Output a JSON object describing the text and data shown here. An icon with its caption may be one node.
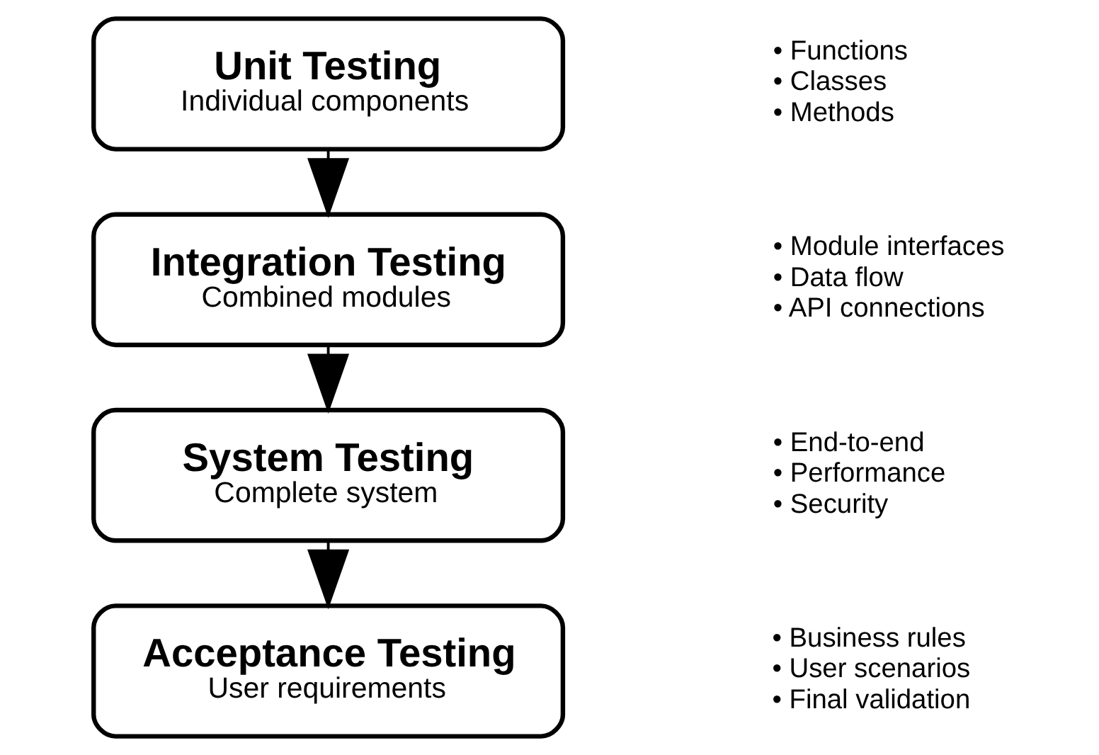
{
  "diagram": {
    "nodes": [
      {
        "text": [
          "Unit Testing",
          "Individual components"
        ],
        "beside": [
          "• Functions",
          "• Classes",
          "• Methods"
        ]
      },
      {
        "text": [
          "Integration Testing",
          "Combined modules"
        ],
        "beside": [
          "• Module interfaces",
          "• Data flow",
          "• API connections"
        ]
      },
      {
        "text": [
          "System Testing",
          "Complete system"
        ],
        "beside": [
          "• End-to-end",
          "• Performance",
          "• Security"
        ]
      },
      {
        "text": [
          "Acceptance Testing",
          "User requirements"
        ],
        "beside": [
          "• Business rules",
          "• User scenarios",
          "• Final validation"
        ]
      }
    ],
    "edges": [
      {
        "from": 0,
        "to": 1,
        "arrow": "to"
      },
      {
        "from": 1,
        "to": 2,
        "arrow": "to"
      },
      {
        "from": 2,
        "to": 3,
        "arrow": "to"
      }
    ]
  }
}
